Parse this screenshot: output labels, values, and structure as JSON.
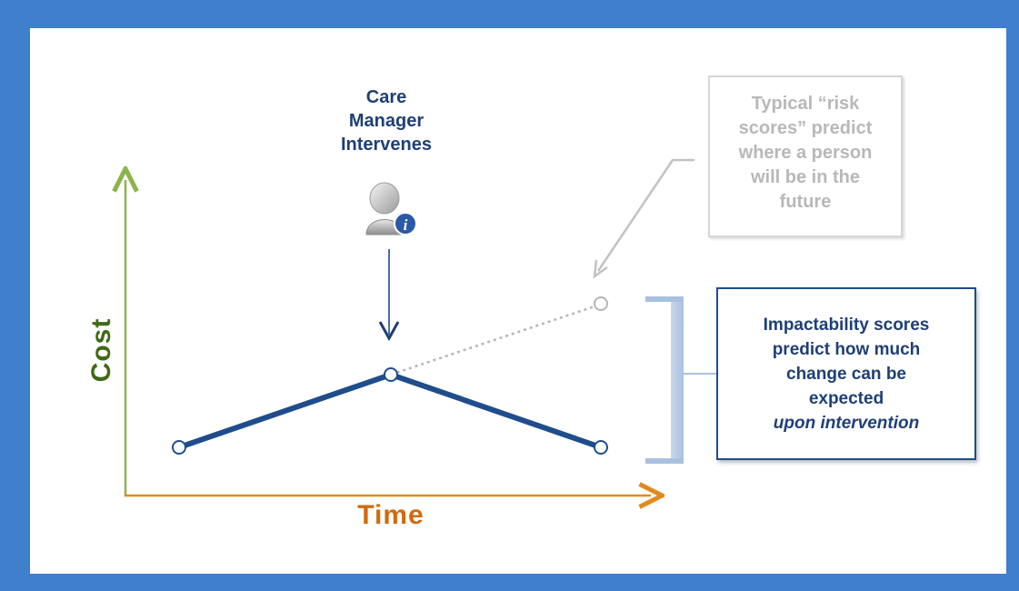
{
  "care_manager": {
    "lines": [
      "Care",
      "Manager",
      "Intervenes"
    ]
  },
  "risk_note": {
    "lines": [
      "Typical “risk",
      "scores” predict",
      "where a person",
      "will be in the",
      "future"
    ]
  },
  "impact_note": {
    "lines": [
      "Impactability scores",
      "predict how much",
      "change can be",
      "expected"
    ],
    "emphasis": "upon intervention"
  },
  "axes": {
    "y_label": "Cost",
    "x_label": "Time"
  },
  "colors": {
    "frame": "#3f7fcc",
    "navy": "#1f3f75",
    "line": "#1f4d8c",
    "y_axis": "#8bb54a",
    "x_axis": "#e08a1e",
    "grey_text": "#b8b8b8"
  },
  "icons": {
    "person": "person-info-icon"
  }
}
